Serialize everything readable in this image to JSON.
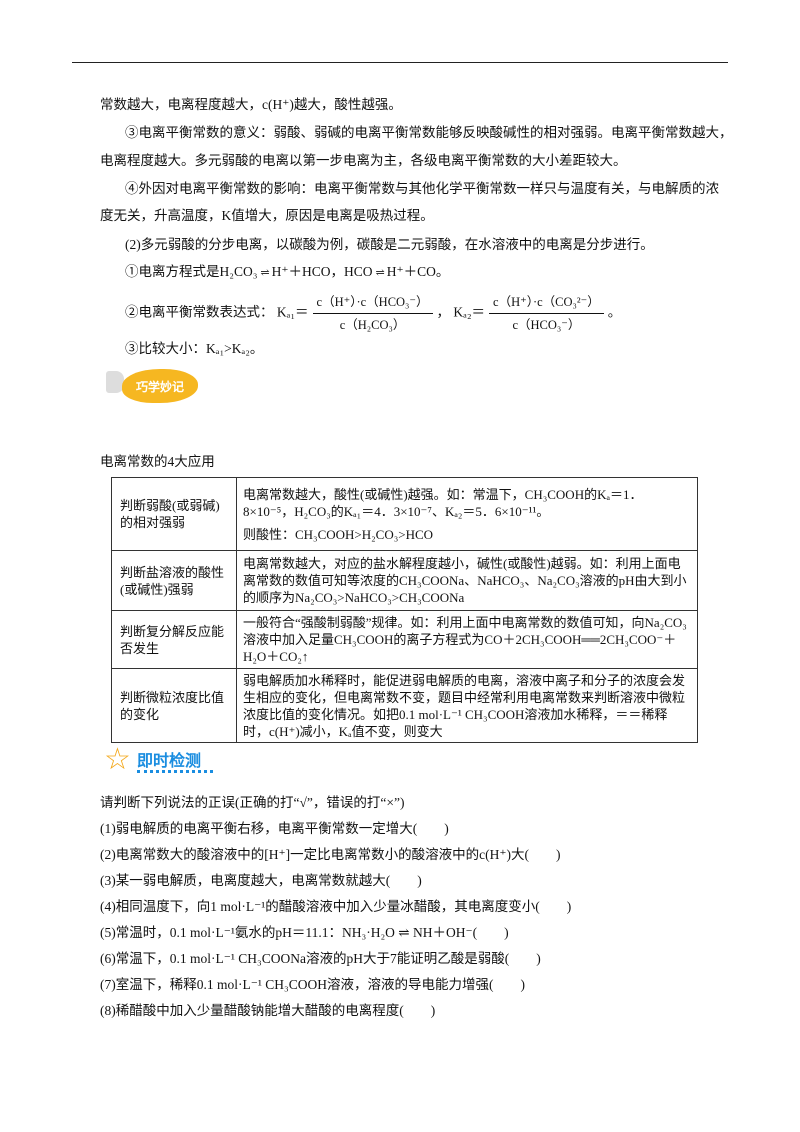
{
  "body": {
    "l1": "常数越大，电离程度越大，c(H⁺)越大，酸性越强。",
    "l2": "③电离平衡常数的意义：弱酸、弱碱的电离平衡常数能够反映酸碱性的相对强弱。电离平衡常数越大，",
    "l3": "电离程度越大。多元弱酸的电离以第一步电离为主，各级电离平衡常数的大小差距较大。",
    "l4": "④外因对电离平衡常数的影响：电离平衡常数与其他化学平衡常数一样只与温度有关，与电解质的浓",
    "l5": "度无关，升高温度，K值增大，原因是电离是吸热过程。",
    "l6": "(2)多元弱酸的分步电离，以碳酸为例，碳酸是二元弱酸，在水溶液中的电离是分步进行。",
    "l7a": "①电离方程式是H₂CO₃",
    "l7b": "H⁺＋HCO，HCO",
    "l7c": "H⁺＋CO。",
    "eq_arrow": "⇌",
    "l8": "②电离平衡常数表达式：",
    "ka1": "Kₐ₁＝",
    "ka1_num": "c（H⁺）·c（HCO₃⁻）",
    "ka1_den": "c（H₂CO₃）",
    "sep": "，",
    "ka2": "Kₐ₂＝",
    "ka2_num": "c（H⁺）·c（CO₃²⁻）",
    "ka2_den": "c（HCO₃⁻）",
    "end": "。",
    "l9": "③比较大小：Kₐ₁>Kₐ₂。"
  },
  "badge1": "巧学妙记",
  "table_title": "电离常数的4大应用",
  "table": [
    {
      "head": "判断弱酸(或弱碱)的相对强弱",
      "lines": [
        "电离常数越大，酸性(或碱性)越强。如：常温下，CH₃COOH的Kₐ＝1．8×10⁻⁵，H₂CO₃的Kₐ₁＝4．3×10⁻⁷、Kₐ₂＝5．6×10⁻¹¹。",
        "则酸性：CH₃COOH>H₂CO₃>HCO"
      ]
    },
    {
      "head": "判断盐溶液的酸性(或碱性)强弱",
      "lines": [
        "电离常数越大，对应的盐水解程度越小，碱性(或酸性)越弱。如：利用上面电离常数的数值可知等浓度的CH₃COONa、NaHCO₃、Na₂CO₃溶液的pH由大到小的顺序为Na₂CO₃>NaHCO₃>CH₃COONa"
      ]
    },
    {
      "head": "判断复分解反应能否发生",
      "lines": [
        "一般符合“强酸制弱酸”规律。如：利用上面中电离常数的数值可知，向Na₂CO₃溶液中加入足量CH₃COOH的离子方程式为CO＋2CH₃COOH══2CH₃COO⁻＋H₂O＋CO₂↑"
      ]
    },
    {
      "head": "判断微粒浓度比值的变化",
      "lines": [
        "弱电解质加水稀释时，能促进弱电解质的电离，溶液中离子和分子的浓度会发生相应的变化，但电离常数不变，题目中经常利用电离常数来判断溶液中微粒浓度比值的变化情况。如把0.1 mol·L⁻¹ CH₃COOH溶液加水稀释，＝＝稀释时，c(H⁺)减小，Kₐ值不变，则变大"
      ]
    }
  ],
  "badge2": "即时检测",
  "quiz": {
    "instruction": "请判断下列说法的正误(正确的打“√”，错误的打“×”)",
    "items": [
      "(1)弱电解质的电离平衡右移，电离平衡常数一定增大(　　)",
      "(2)电离常数大的酸溶液中的[H⁺]一定比电离常数小的酸溶液中的c(H⁺)大(　　)",
      "(3)某一弱电解质，电离度越大，电离常数就越大(　　)",
      "(4)相同温度下，向1 mol·L⁻¹的醋酸溶液中加入少量冰醋酸，其电离度变小(　　)",
      "(5)常温时，0.1 mol·L⁻¹氨水的pH＝11.1：NH₃·H₂O ⇌ NH＋OH⁻(　　)",
      "(6)常温下，0.1 mol·L⁻¹ CH₃COONa溶液的pH大于7能证明乙酸是弱酸(　　)",
      "(7)室温下，稀释0.1 mol·L⁻¹ CH₃COOH溶液，溶液的导电能力增强(　　)",
      "(8)稀醋酸中加入少量醋酸钠能增大醋酸的电离程度(　　)"
    ]
  }
}
